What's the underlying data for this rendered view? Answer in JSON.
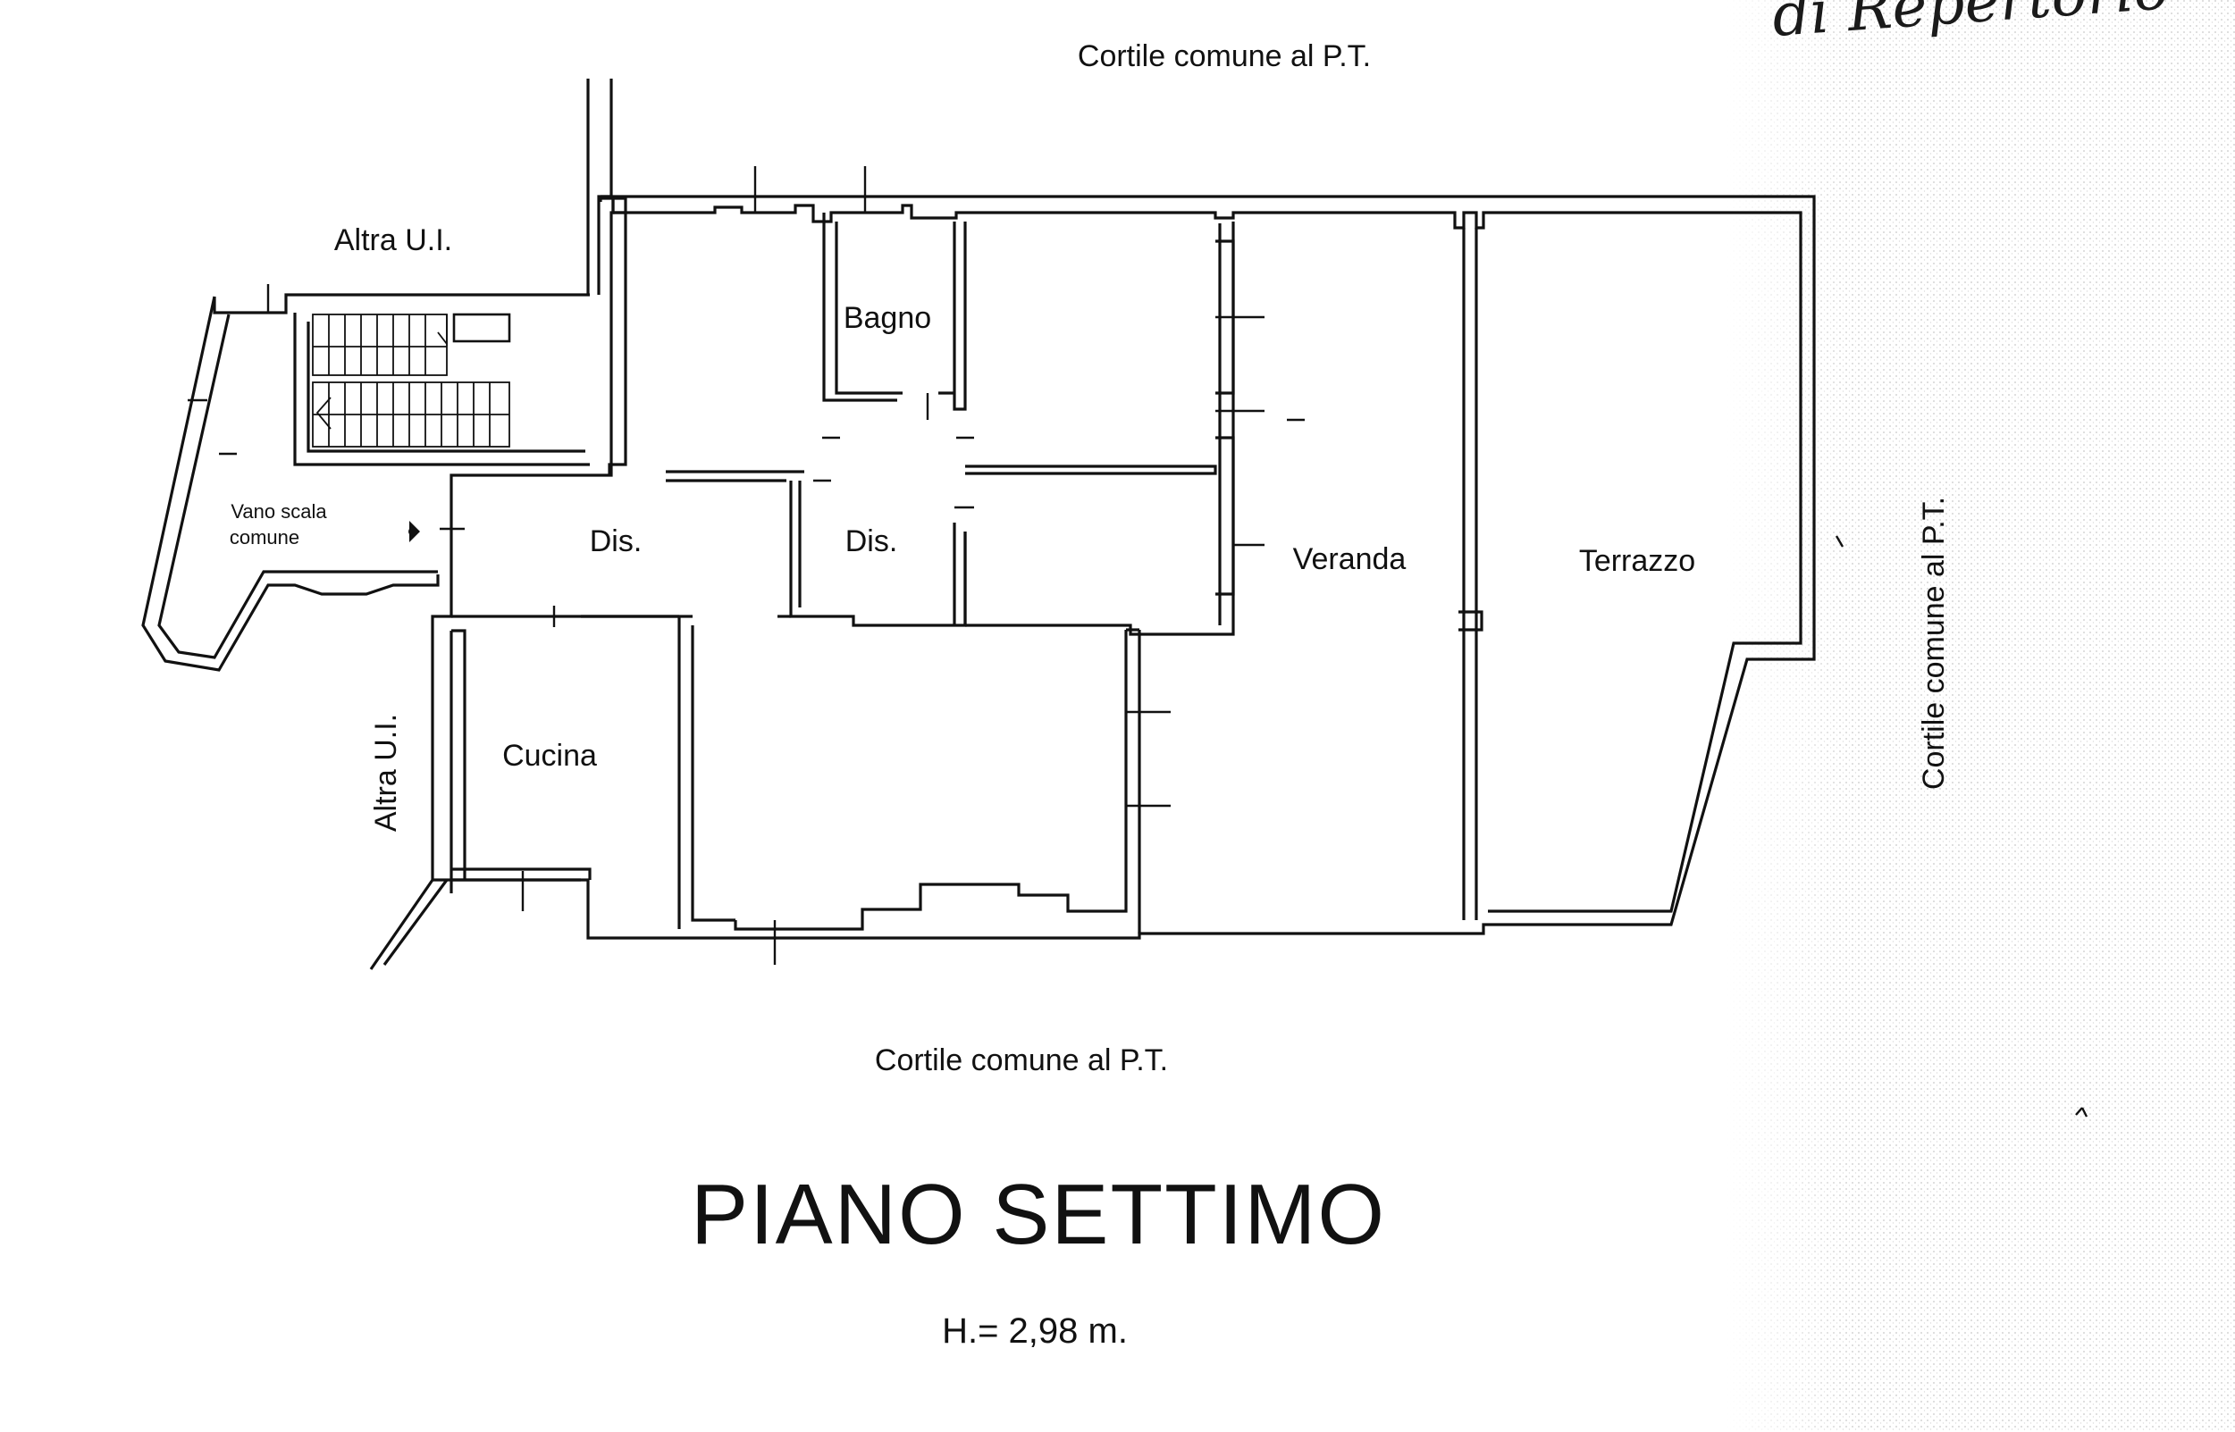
{
  "labels": {
    "courtyard_top": "Cortile comune al P.T.",
    "courtyard_bottom": "Cortile comune al P.T.",
    "courtyard_right": "Cortile comune al P.T.",
    "other_unit_top": "Altra U.I.",
    "other_unit_left": "Altra U.I.",
    "stair_line1": "Vano scala",
    "stair_line2": "comune",
    "handwriting": "di Repertorio"
  },
  "rooms": {
    "bagno": "Bagno",
    "dis_left": "Dis.",
    "dis_right": "Dis.",
    "cucina": "Cucina",
    "veranda": "Veranda",
    "terrazzo": "Terrazzo"
  },
  "plan": {
    "title": "PIANO SETTIMO",
    "height": "H.= 2,98 m."
  },
  "colors": {
    "ink": "#111111",
    "paper": "#ffffff",
    "speckle": "#d2d2d2"
  }
}
